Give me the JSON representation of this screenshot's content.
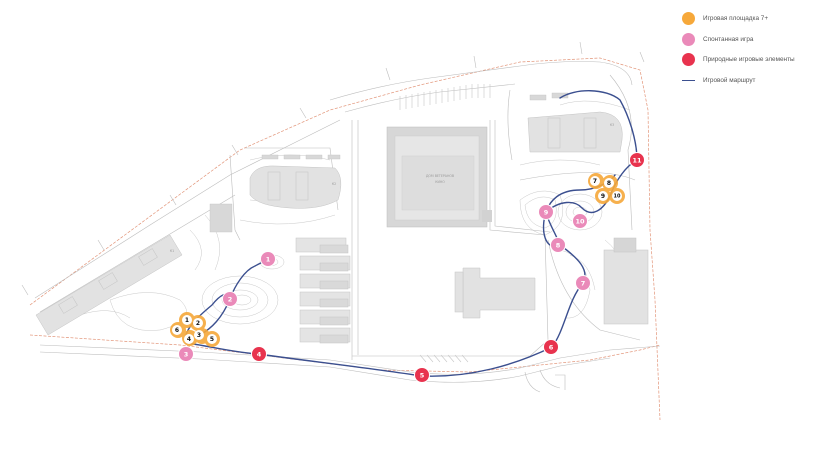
{
  "colors": {
    "playground": "#f6a83a",
    "spontaneous": "#ea8ab9",
    "nature": "#e8334e",
    "route": "#3b4f8f",
    "boundary": "#e29478",
    "linework": "#bdbdbd",
    "building": "#e2e2e2"
  },
  "legend": [
    {
      "type": "dot",
      "color_key": "playground",
      "label": "Игровая площадка 7+"
    },
    {
      "type": "dot",
      "color_key": "spontaneous",
      "label": "Спонтанная игра"
    },
    {
      "type": "dot",
      "color_key": "nature",
      "label": "Природные игровые элементы"
    },
    {
      "type": "line",
      "color_key": "route",
      "label": "Игровой маршрут"
    }
  ],
  "buildings": {
    "center_label_1": "ДОМ ВЕТЕРАНОВ",
    "center_label_2": "КИНО",
    "k1": "К1",
    "k2": "К2",
    "k3": "К3"
  },
  "markers": [
    {
      "label": "1",
      "kind": "spontaneous",
      "dark_text": false
    },
    {
      "label": "2",
      "kind": "spontaneous",
      "dark_text": false
    },
    {
      "label": "3",
      "kind": "spontaneous",
      "dark_text": false
    },
    {
      "label": "4",
      "kind": "nature",
      "dark_text": false
    },
    {
      "label": "5",
      "kind": "nature",
      "dark_text": false
    },
    {
      "label": "6",
      "kind": "nature",
      "dark_text": false
    },
    {
      "label": "7",
      "kind": "spontaneous",
      "dark_text": false
    },
    {
      "label": "8",
      "kind": "spontaneous",
      "dark_text": false
    },
    {
      "label": "9",
      "kind": "spontaneous",
      "dark_text": false
    },
    {
      "label": "10",
      "kind": "spontaneous",
      "dark_text": false
    },
    {
      "label": "11",
      "kind": "nature",
      "dark_text": false
    },
    {
      "label": "1",
      "kind": "playground",
      "dark_text": true
    },
    {
      "label": "2",
      "kind": "playground",
      "dark_text": true
    },
    {
      "label": "3",
      "kind": "playground",
      "dark_text": true
    },
    {
      "label": "4",
      "kind": "playground",
      "dark_text": true
    },
    {
      "label": "5",
      "kind": "playground",
      "dark_text": true
    },
    {
      "label": "6",
      "kind": "playground",
      "dark_text": true
    },
    {
      "label": "7",
      "kind": "playground",
      "dark_text": true
    },
    {
      "label": "8",
      "kind": "playground",
      "dark_text": true
    },
    {
      "label": "9",
      "kind": "playground",
      "dark_text": true
    },
    {
      "label": "10",
      "kind": "playground",
      "dark_text": true
    }
  ]
}
